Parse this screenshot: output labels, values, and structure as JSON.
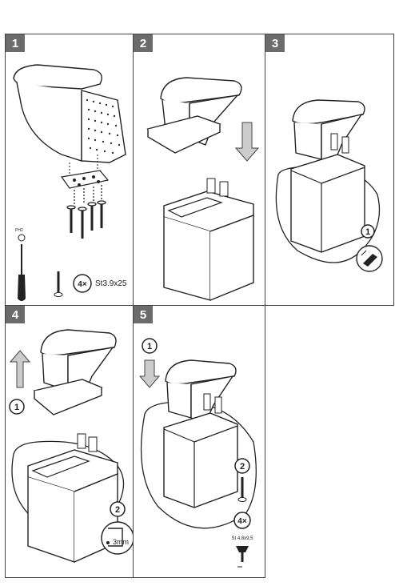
{
  "steps": [
    {
      "number": "1",
      "spec_count": "4×",
      "spec_screw": "St3.9x25",
      "screwdriver_tip": "PH2"
    },
    {
      "number": "2"
    },
    {
      "number": "3",
      "callout": "1"
    },
    {
      "number": "4",
      "callout_up": "1",
      "callout_drill": "2",
      "drill_label": "3mm"
    },
    {
      "number": "5",
      "callout_down": "1",
      "callout_screw": "2",
      "count": "4×",
      "screw_label": "St 4,8x9,5"
    }
  ]
}
